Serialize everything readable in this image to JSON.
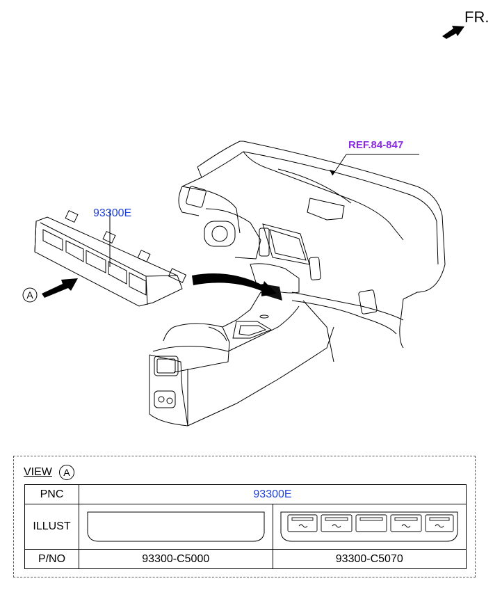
{
  "diagram": {
    "direction_label": "FR.",
    "reference_label": "REF.84-847",
    "part_callout": "93300E",
    "view_marker": "A"
  },
  "view_table": {
    "title": "VIEW",
    "view_marker": "A",
    "rows": {
      "pnc_header": "PNC",
      "pnc_value": "93300E",
      "illust_header": "ILLUST",
      "pno_header": "P/NO",
      "pno_values": [
        "93300-C5000",
        "93300-C5070"
      ]
    }
  },
  "colors": {
    "reference": "#8a2be2",
    "part_number": "#1f3fd6",
    "line": "#000000"
  }
}
